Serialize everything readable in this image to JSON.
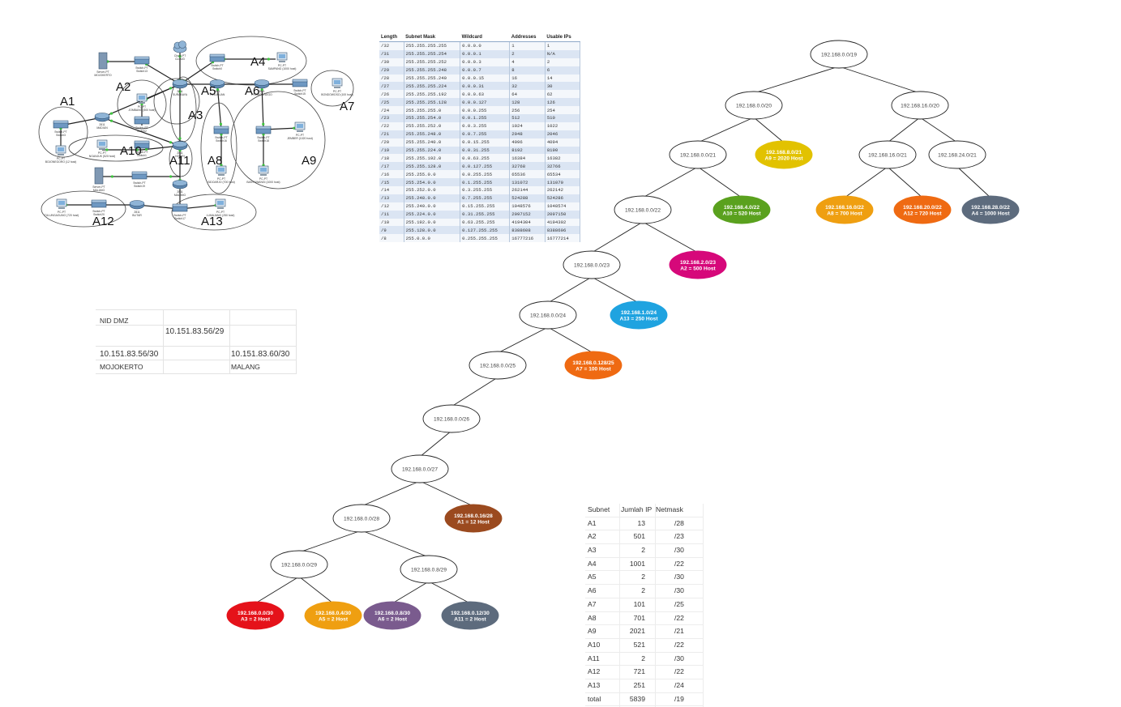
{
  "topology": {
    "area_labels": [
      "A1",
      "A2",
      "A3",
      "A4",
      "A5",
      "A6",
      "A7",
      "A8",
      "A9",
      "A10",
      "A11",
      "A12",
      "A13"
    ],
    "device_labels": {
      "server_mojokerto": "Server-PT MOJOKERTO",
      "switch_13": "Switch-PT Switch13",
      "cloud": "Cloud-PT CLOUD",
      "switch_0": "Switch-PT Switch0",
      "pc_sampang": "PC-PT SAMPANG (1000 host)",
      "router_surabaya": "2811 SURABAYA",
      "router_pasuruan": "2811 PASURUAN",
      "router_probolinggo": "2811 PROBOLINGGO",
      "pc_bondowoso": "PC-PT BONDOWOSO (100 host)",
      "switch_15": "Switch-PT Switch15",
      "pc_jombang": "PC-PT JOMBANG (500 host)",
      "switch_pt_a2": "Switch-PT Switch2",
      "switch_a1": "Switch-PT Switch3",
      "router_madiun": "2811 MADIUN",
      "pc_bojonegoro": "PC-PT BOJONEGORO (12 host)",
      "pc_ngawi": "PC-PT NGANJUK (520 host)",
      "switch_a10": "Switch-PT Switch1",
      "router_kediri": "2811 KEDIRI",
      "switch_16": "Switch-PT Switch16",
      "pc_sidoarjo": "PC-PT SIDOARJO (700 host)",
      "switch_18": "Switch-PT Switch18",
      "pc_banyuwangi": "PC-PT BANYUWANGI (1000 host)",
      "pc_jember": "PC-PT JEMBER (1020 host)",
      "server_malang": "Server-PT MALANG",
      "switch_19": "Switch-PT Switch19",
      "router_malang": "2811 MALANG",
      "pc_tulungagung": "PC-PT TULUNGAGUNG (720 host)",
      "switch_20": "Switch-PT Switch20",
      "router_blitar": "2811 BLITAR",
      "switch_17": "Switch-PT Switch17",
      "pc_lumajang": "PC-PT LUMAJANG (250 host)"
    }
  },
  "mask_table": {
    "headers": [
      "Length",
      "Subnet Mask",
      "Wildcard",
      "Addresses",
      "Usable IPs"
    ],
    "rows": [
      [
        "/32",
        "255.255.255.255",
        "0.0.0.0",
        "1",
        "1"
      ],
      [
        "/31",
        "255.255.255.254",
        "0.0.0.1",
        "2",
        "N/A"
      ],
      [
        "/30",
        "255.255.255.252",
        "0.0.0.3",
        "4",
        "2"
      ],
      [
        "/29",
        "255.255.255.248",
        "0.0.0.7",
        "8",
        "6"
      ],
      [
        "/28",
        "255.255.255.240",
        "0.0.0.15",
        "16",
        "14"
      ],
      [
        "/27",
        "255.255.255.224",
        "0.0.0.31",
        "32",
        "30"
      ],
      [
        "/26",
        "255.255.255.192",
        "0.0.0.63",
        "64",
        "62"
      ],
      [
        "/25",
        "255.255.255.128",
        "0.0.0.127",
        "128",
        "126"
      ],
      [
        "/24",
        "255.255.255.0",
        "0.0.0.255",
        "256",
        "254"
      ],
      [
        "/23",
        "255.255.254.0",
        "0.0.1.255",
        "512",
        "510"
      ],
      [
        "/22",
        "255.255.252.0",
        "0.0.3.255",
        "1024",
        "1022"
      ],
      [
        "/21",
        "255.255.248.0",
        "0.0.7.255",
        "2048",
        "2046"
      ],
      [
        "/20",
        "255.255.240.0",
        "0.0.15.255",
        "4096",
        "4094"
      ],
      [
        "/19",
        "255.255.224.0",
        "0.0.31.255",
        "8192",
        "8190"
      ],
      [
        "/18",
        "255.255.192.0",
        "0.0.63.255",
        "16384",
        "16382"
      ],
      [
        "/17",
        "255.255.128.0",
        "0.0.127.255",
        "32768",
        "32766"
      ],
      [
        "/16",
        "255.255.0.0",
        "0.0.255.255",
        "65536",
        "65534"
      ],
      [
        "/15",
        "255.254.0.0",
        "0.1.255.255",
        "131072",
        "131070"
      ],
      [
        "/14",
        "255.252.0.0",
        "0.3.255.255",
        "262144",
        "262142"
      ],
      [
        "/13",
        "255.248.0.0",
        "0.7.255.255",
        "524288",
        "524286"
      ],
      [
        "/12",
        "255.240.0.0",
        "0.15.255.255",
        "1048576",
        "1048574"
      ],
      [
        "/11",
        "255.224.0.0",
        "0.31.255.255",
        "2097152",
        "2097150"
      ],
      [
        "/10",
        "255.192.0.0",
        "0.63.255.255",
        "4194304",
        "4194302"
      ],
      [
        "/9",
        "255.128.0.0",
        "0.127.255.255",
        "8388608",
        "8388606"
      ],
      [
        "/8",
        "255.0.0.0",
        "0.255.255.255",
        "16777216",
        "16777214"
      ]
    ]
  },
  "dmz": {
    "title": "NID DMZ",
    "network": "10.151.83.56/29",
    "left_subnet": "10.151.83.56/30",
    "right_subnet": "10.151.83.60/30",
    "left_city": "MOJOKERTO",
    "right_city": "MALANG"
  },
  "tree": {
    "nodes": [
      {
        "id": "n19",
        "line1": "192.168.0.0/19",
        "line2": "",
        "fill": "#ffffff"
      },
      {
        "id": "n20a",
        "line1": "192.168.0.0/20",
        "line2": "",
        "fill": "#ffffff"
      },
      {
        "id": "n20b",
        "line1": "192.168.16.0/20",
        "line2": "",
        "fill": "#ffffff"
      },
      {
        "id": "n21a",
        "line1": "192.168.0.0/21",
        "line2": "",
        "fill": "#ffffff"
      },
      {
        "id": "n21b",
        "line1": "192.168.8.0/21",
        "line2": "A9 =  2020 Host",
        "fill": "#e2c200"
      },
      {
        "id": "n21c",
        "line1": "192.168.16.0/21",
        "line2": "",
        "fill": "#ffffff"
      },
      {
        "id": "n21d",
        "line1": "192.168.24.0/21",
        "line2": "",
        "fill": "#ffffff"
      },
      {
        "id": "n22a",
        "line1": "192.168.0.0/22",
        "line2": "",
        "fill": "#ffffff"
      },
      {
        "id": "n22b",
        "line1": "192.168.4.0/22",
        "line2": "A10 = 520 Host",
        "fill": "#5aa11e"
      },
      {
        "id": "n22c",
        "line1": "192.168.16.0/22",
        "line2": "A8 = 700 Host",
        "fill": "#ef9f11"
      },
      {
        "id": "n22d",
        "line1": "192.168.20.0/22",
        "line2": "A12 = 720 Host",
        "fill": "#ef6a12"
      },
      {
        "id": "n22e",
        "line1": "192.168.28.0/22",
        "line2": "A4 = 1000 Host",
        "fill": "#5d6b7d"
      },
      {
        "id": "n23a",
        "line1": "192.168.0.0/23",
        "line2": "",
        "fill": "#ffffff"
      },
      {
        "id": "n23b",
        "line1": "192.168.2.0/23",
        "line2": "A2 = 500 Host",
        "fill": "#d6087a"
      },
      {
        "id": "n24a",
        "line1": "192.168.0.0/24",
        "line2": "",
        "fill": "#ffffff"
      },
      {
        "id": "n24b",
        "line1": "192.168.1.0/24",
        "line2": "A13 = 250 Host",
        "fill": "#1fa3e0"
      },
      {
        "id": "n25a",
        "line1": "192.168.0.0/25",
        "line2": "",
        "fill": "#ffffff"
      },
      {
        "id": "n25b",
        "line1": "192.168.0.128/25",
        "line2": "A7 = 100 Host",
        "fill": "#ef6a12"
      },
      {
        "id": "n26a",
        "line1": "192.168.0.0/26",
        "line2": "",
        "fill": "#ffffff"
      },
      {
        "id": "n27a",
        "line1": "192.168.0.0/27",
        "line2": "",
        "fill": "#ffffff"
      },
      {
        "id": "n28a",
        "line1": "192.168.0.0/28",
        "line2": "",
        "fill": "#ffffff"
      },
      {
        "id": "n28b",
        "line1": "192.168.0.16/28",
        "line2": "A1 = 12 Host",
        "fill": "#9b4a1f"
      },
      {
        "id": "n29a",
        "line1": "192.168.0.0/29",
        "line2": "",
        "fill": "#ffffff"
      },
      {
        "id": "n29b",
        "line1": "192.168.0.8/29",
        "line2": "",
        "fill": "#ffffff"
      },
      {
        "id": "n30a",
        "line1": "192.168.0.0/30",
        "line2": "A3 = 2 Host",
        "fill": "#e5121a"
      },
      {
        "id": "n30b",
        "line1": "192.168.0.4/30",
        "line2": "A5 = 2 Host",
        "fill": "#ef9f11"
      },
      {
        "id": "n30c",
        "line1": "192.168.0.8/30",
        "line2": "A6 = 2 Host",
        "fill": "#7a5b8e"
      },
      {
        "id": "n30d",
        "line1": "192.168.0.12/30",
        "line2": "A11 = 2 Host",
        "fill": "#5d6b7d"
      }
    ],
    "edges": [
      [
        "n19",
        "n20a"
      ],
      [
        "n19",
        "n20b"
      ],
      [
        "n20a",
        "n21a"
      ],
      [
        "n20a",
        "n21b"
      ],
      [
        "n20b",
        "n21c"
      ],
      [
        "n20b",
        "n21d"
      ],
      [
        "n21a",
        "n22a"
      ],
      [
        "n21a",
        "n22b"
      ],
      [
        "n21c",
        "n22c"
      ],
      [
        "n21c",
        "n22d"
      ],
      [
        "n21d",
        "n22e"
      ],
      [
        "n22a",
        "n23a"
      ],
      [
        "n22a",
        "n23b"
      ],
      [
        "n23a",
        "n24a"
      ],
      [
        "n23a",
        "n24b"
      ],
      [
        "n24a",
        "n25a"
      ],
      [
        "n24a",
        "n25b"
      ],
      [
        "n25a",
        "n26a"
      ],
      [
        "n26a",
        "n27a"
      ],
      [
        "n27a",
        "n28a"
      ],
      [
        "n27a",
        "n28b"
      ],
      [
        "n28a",
        "n29a"
      ],
      [
        "n28a",
        "n29b"
      ],
      [
        "n29a",
        "n30a"
      ],
      [
        "n29a",
        "n30b"
      ],
      [
        "n29b",
        "n30c"
      ],
      [
        "n29b",
        "n30d"
      ]
    ]
  },
  "summary": {
    "headers": [
      "Subnet",
      "Jumlah IP",
      "Netmask"
    ],
    "rows": [
      [
        "A1",
        "13",
        "/28"
      ],
      [
        "A2",
        "501",
        "/23"
      ],
      [
        "A3",
        "2",
        "/30"
      ],
      [
        "A4",
        "1001",
        "/22"
      ],
      [
        "A5",
        "2",
        "/30"
      ],
      [
        "A6",
        "2",
        "/30"
      ],
      [
        "A7",
        "101",
        "/25"
      ],
      [
        "A8",
        "701",
        "/22"
      ],
      [
        "A9",
        "2021",
        "/21"
      ],
      [
        "A10",
        "521",
        "/22"
      ],
      [
        "A11",
        "2",
        "/30"
      ],
      [
        "A12",
        "721",
        "/22"
      ],
      [
        "A13",
        "251",
        "/24"
      ],
      [
        "total",
        "5839",
        "/19"
      ]
    ]
  }
}
